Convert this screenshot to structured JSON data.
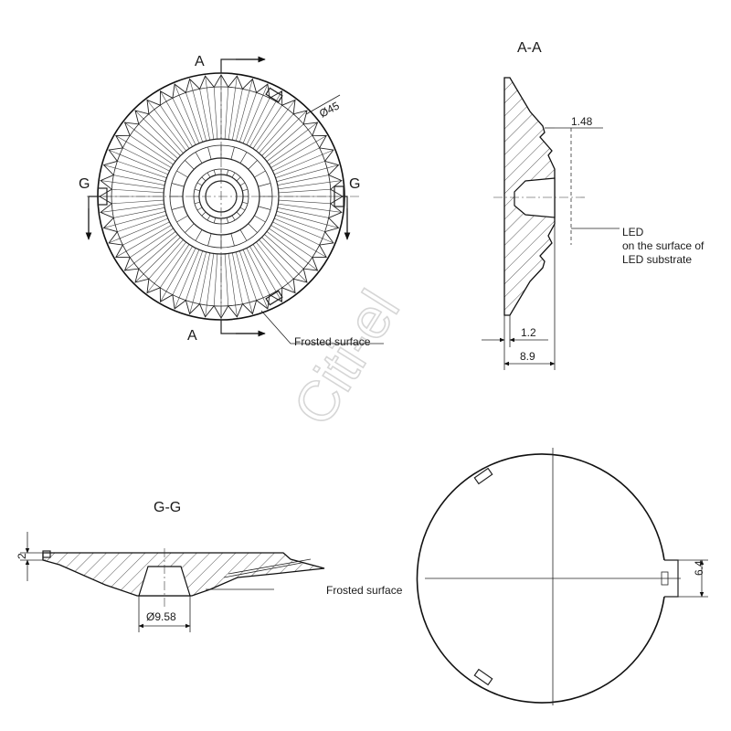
{
  "views": {
    "top_view": {
      "section_mark_top": "A",
      "section_mark_bottom": "A",
      "section_mark_left": "G",
      "section_mark_right": "G",
      "diameter_label": "Ø45",
      "note_frosted": "Frosted surface"
    },
    "section_aa": {
      "title": "A-A",
      "dim_top": "1.48",
      "dim_base": "1.2",
      "dim_height": "8.9",
      "led_note_line1": "LED",
      "led_note_line2": "on the surface of",
      "led_note_line3": "LED substrate"
    },
    "section_gg": {
      "title": "G-G",
      "dim_flange": "2",
      "dim_cavity": "Ø9.58",
      "note_frosted": "Frosted surface"
    },
    "bottom_view": {
      "dim_notch": "6.4"
    }
  },
  "watermark": "Citi-el"
}
